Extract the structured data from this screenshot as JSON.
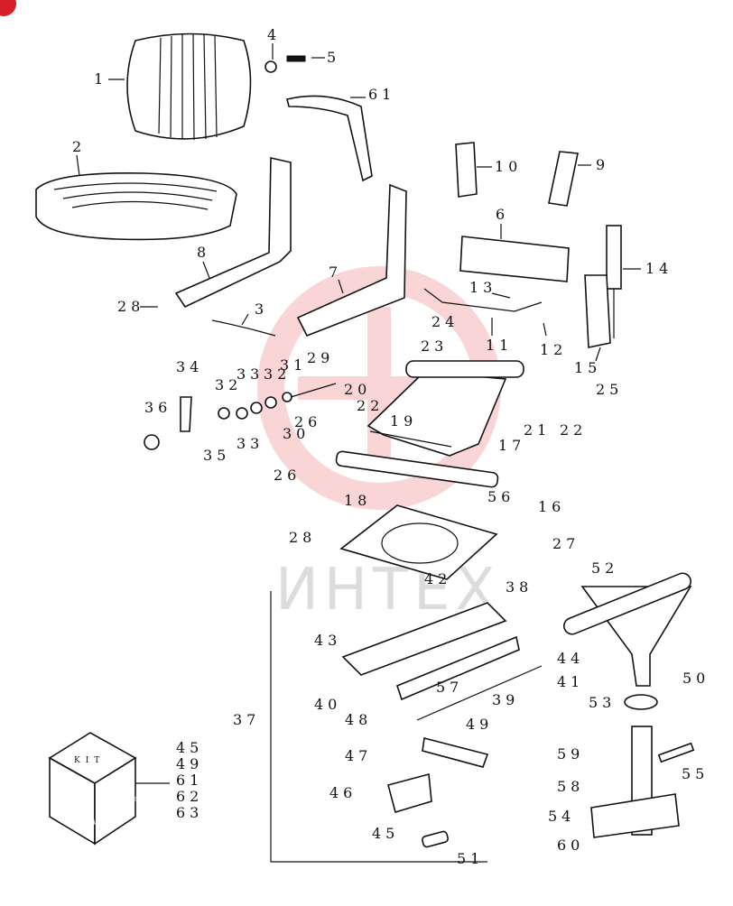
{
  "diagram": {
    "watermark": "ИНТЕХ",
    "kit_box": {
      "label": "KIT",
      "brand": "NEW HOLLAND",
      "parts": [
        "45",
        "49",
        "61",
        "62",
        "63"
      ]
    },
    "labels": [
      {
        "id": "1",
        "text": "1"
      },
      {
        "id": "2",
        "text": "2"
      },
      {
        "id": "3",
        "text": "3"
      },
      {
        "id": "4",
        "text": "4"
      },
      {
        "id": "5",
        "text": "5"
      },
      {
        "id": "6",
        "text": "6"
      },
      {
        "id": "7",
        "text": "7"
      },
      {
        "id": "8",
        "text": "8"
      },
      {
        "id": "9",
        "text": "9"
      },
      {
        "id": "10",
        "text": "10"
      },
      {
        "id": "11",
        "text": "11"
      },
      {
        "id": "12",
        "text": "12"
      },
      {
        "id": "13",
        "text": "13"
      },
      {
        "id": "14",
        "text": "14"
      },
      {
        "id": "15",
        "text": "15"
      },
      {
        "id": "16",
        "text": "16"
      },
      {
        "id": "17",
        "text": "17"
      },
      {
        "id": "18",
        "text": "18"
      },
      {
        "id": "19",
        "text": "19"
      },
      {
        "id": "20",
        "text": "20"
      },
      {
        "id": "21",
        "text": "21"
      },
      {
        "id": "22a",
        "text": "22"
      },
      {
        "id": "22b",
        "text": "22"
      },
      {
        "id": "23",
        "text": "23"
      },
      {
        "id": "24",
        "text": "24"
      },
      {
        "id": "25",
        "text": "25"
      },
      {
        "id": "26a",
        "text": "26"
      },
      {
        "id": "26b",
        "text": "26"
      },
      {
        "id": "27",
        "text": "27"
      },
      {
        "id": "28a",
        "text": "28"
      },
      {
        "id": "28b",
        "text": "28"
      },
      {
        "id": "29",
        "text": "29"
      },
      {
        "id": "30",
        "text": "30"
      },
      {
        "id": "31",
        "text": "31"
      },
      {
        "id": "32a",
        "text": "32"
      },
      {
        "id": "32b",
        "text": "32"
      },
      {
        "id": "33a",
        "text": "33"
      },
      {
        "id": "33b",
        "text": "33"
      },
      {
        "id": "34",
        "text": "34"
      },
      {
        "id": "35",
        "text": "35"
      },
      {
        "id": "36",
        "text": "36"
      },
      {
        "id": "37",
        "text": "37"
      },
      {
        "id": "38",
        "text": "38"
      },
      {
        "id": "39",
        "text": "39"
      },
      {
        "id": "40",
        "text": "40"
      },
      {
        "id": "41",
        "text": "41"
      },
      {
        "id": "42",
        "text": "42"
      },
      {
        "id": "43",
        "text": "43"
      },
      {
        "id": "44",
        "text": "44"
      },
      {
        "id": "45",
        "text": "45"
      },
      {
        "id": "46",
        "text": "46"
      },
      {
        "id": "47",
        "text": "47"
      },
      {
        "id": "48",
        "text": "48"
      },
      {
        "id": "49",
        "text": "49"
      },
      {
        "id": "50",
        "text": "50"
      },
      {
        "id": "51",
        "text": "51"
      },
      {
        "id": "52",
        "text": "52"
      },
      {
        "id": "53",
        "text": "53"
      },
      {
        "id": "54",
        "text": "54"
      },
      {
        "id": "55",
        "text": "55"
      },
      {
        "id": "56",
        "text": "56"
      },
      {
        "id": "57",
        "text": "57"
      },
      {
        "id": "58",
        "text": "58"
      },
      {
        "id": "59",
        "text": "59"
      },
      {
        "id": "60",
        "text": "60"
      },
      {
        "id": "61",
        "text": "61"
      }
    ]
  }
}
